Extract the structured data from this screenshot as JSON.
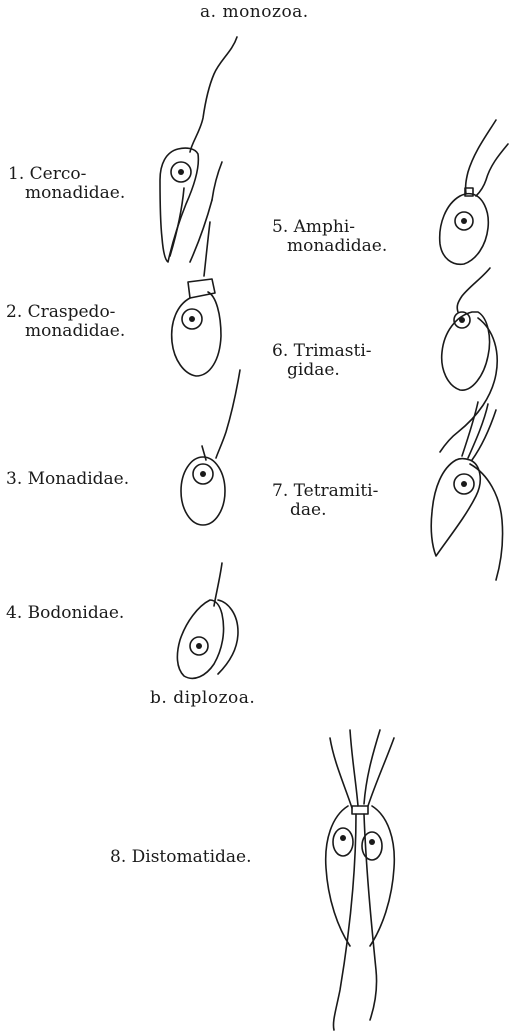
{
  "sections": {
    "monozoa": "a. monozoa.",
    "diplozoa": "b. diplozoa."
  },
  "labels": {
    "cercomonadidae": {
      "line1": "1. Cerco-",
      "line2": "monadidae."
    },
    "craspedomonadidae": {
      "line1": "2. Craspedo-",
      "line2": "monadidae."
    },
    "monadidae": {
      "line1": "3. Monadidae."
    },
    "bodonidae": {
      "line1": "4. Bodonidae."
    },
    "amphimonadidae": {
      "line1": "5. Amphi-",
      "line2": "monadidae."
    },
    "trimastigidae": {
      "line1": "6. Trimasti-",
      "line2": "gidae."
    },
    "tetramitidae": {
      "line1": "7. Tetramiti-",
      "line2": "dae."
    },
    "distomatidae": {
      "line1": "8. Distomatidae."
    }
  }
}
